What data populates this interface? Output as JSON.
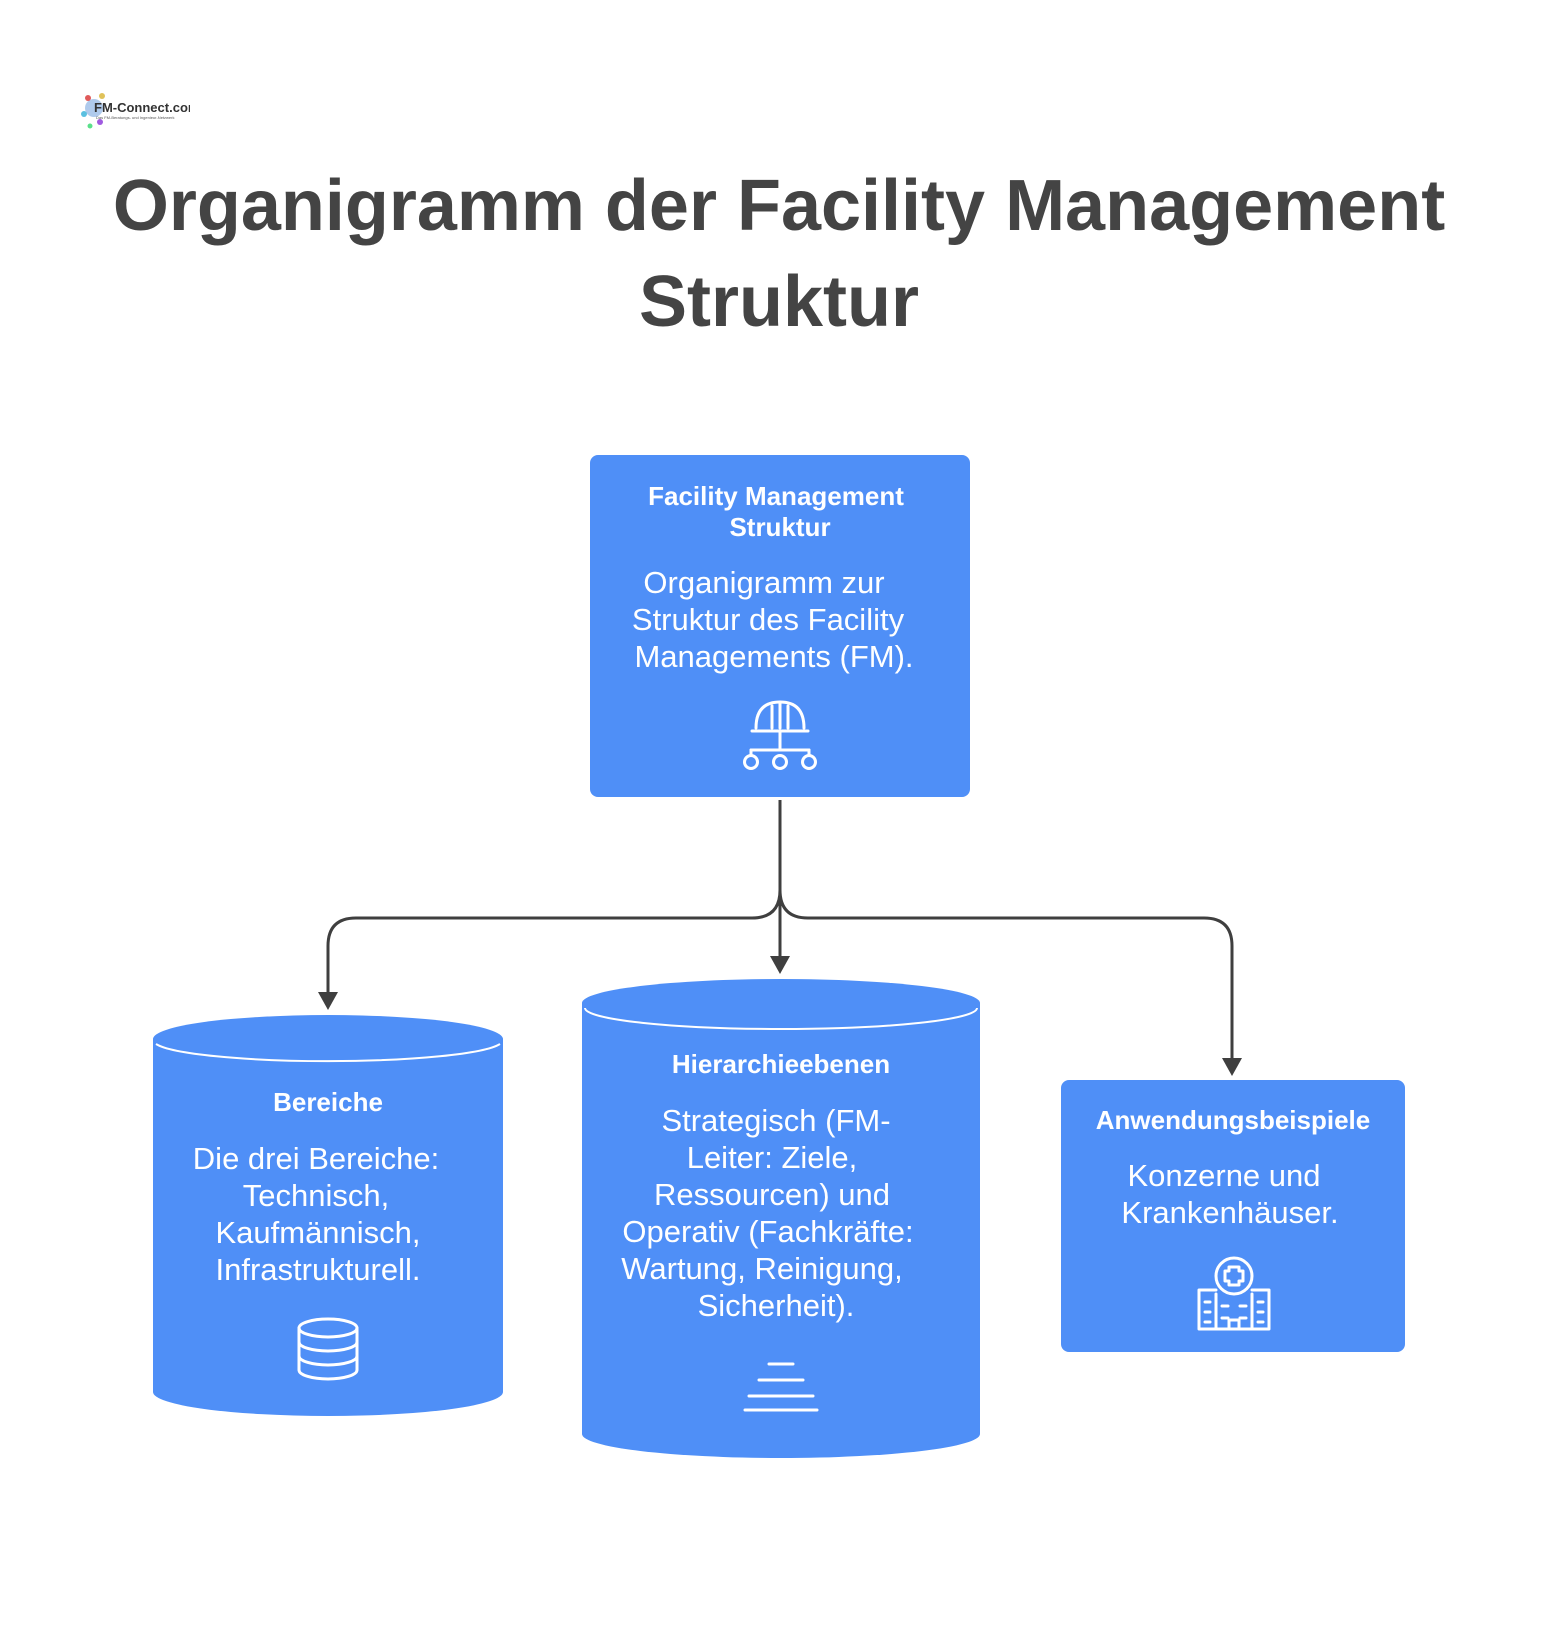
{
  "logo": {
    "text": "FM-Connect.com",
    "tagline": "Das FM-Beratungs- und Ingenieur-Netzwerk"
  },
  "title": {
    "line1": "Organigramm der Facility Management",
    "line2": "Struktur"
  },
  "nodes": {
    "root": {
      "title": [
        "Facility Management",
        "Struktur"
      ],
      "text": [
        "Organigramm zur",
        "Struktur des Facility",
        "Managements (FM)."
      ],
      "icon": "hard-hat-hierarchy-icon"
    },
    "bereiche": {
      "title": "Bereiche",
      "text": [
        "Die drei Bereiche:",
        "Technisch,",
        "Kaufmännisch,",
        "Infrastrukturell."
      ],
      "icon": "database-icon"
    },
    "hierarchie": {
      "title": "Hierarchieebenen",
      "text": [
        "Strategisch (FM-",
        "Leiter: Ziele,",
        "Ressourcen) und",
        "Operativ (Fachkräfte:",
        "Wartung, Reinigung,",
        "Sicherheit)."
      ],
      "icon": "levels-icon"
    },
    "anwendung": {
      "title": "Anwendungsbeispiele",
      "text": [
        "Konzerne und",
        "Krankenhäuser."
      ],
      "icon": "hospital-icon"
    }
  },
  "colors": {
    "node_fill": "#4f8ff7",
    "title_text": "#444444",
    "connector": "#3f3f3f"
  }
}
